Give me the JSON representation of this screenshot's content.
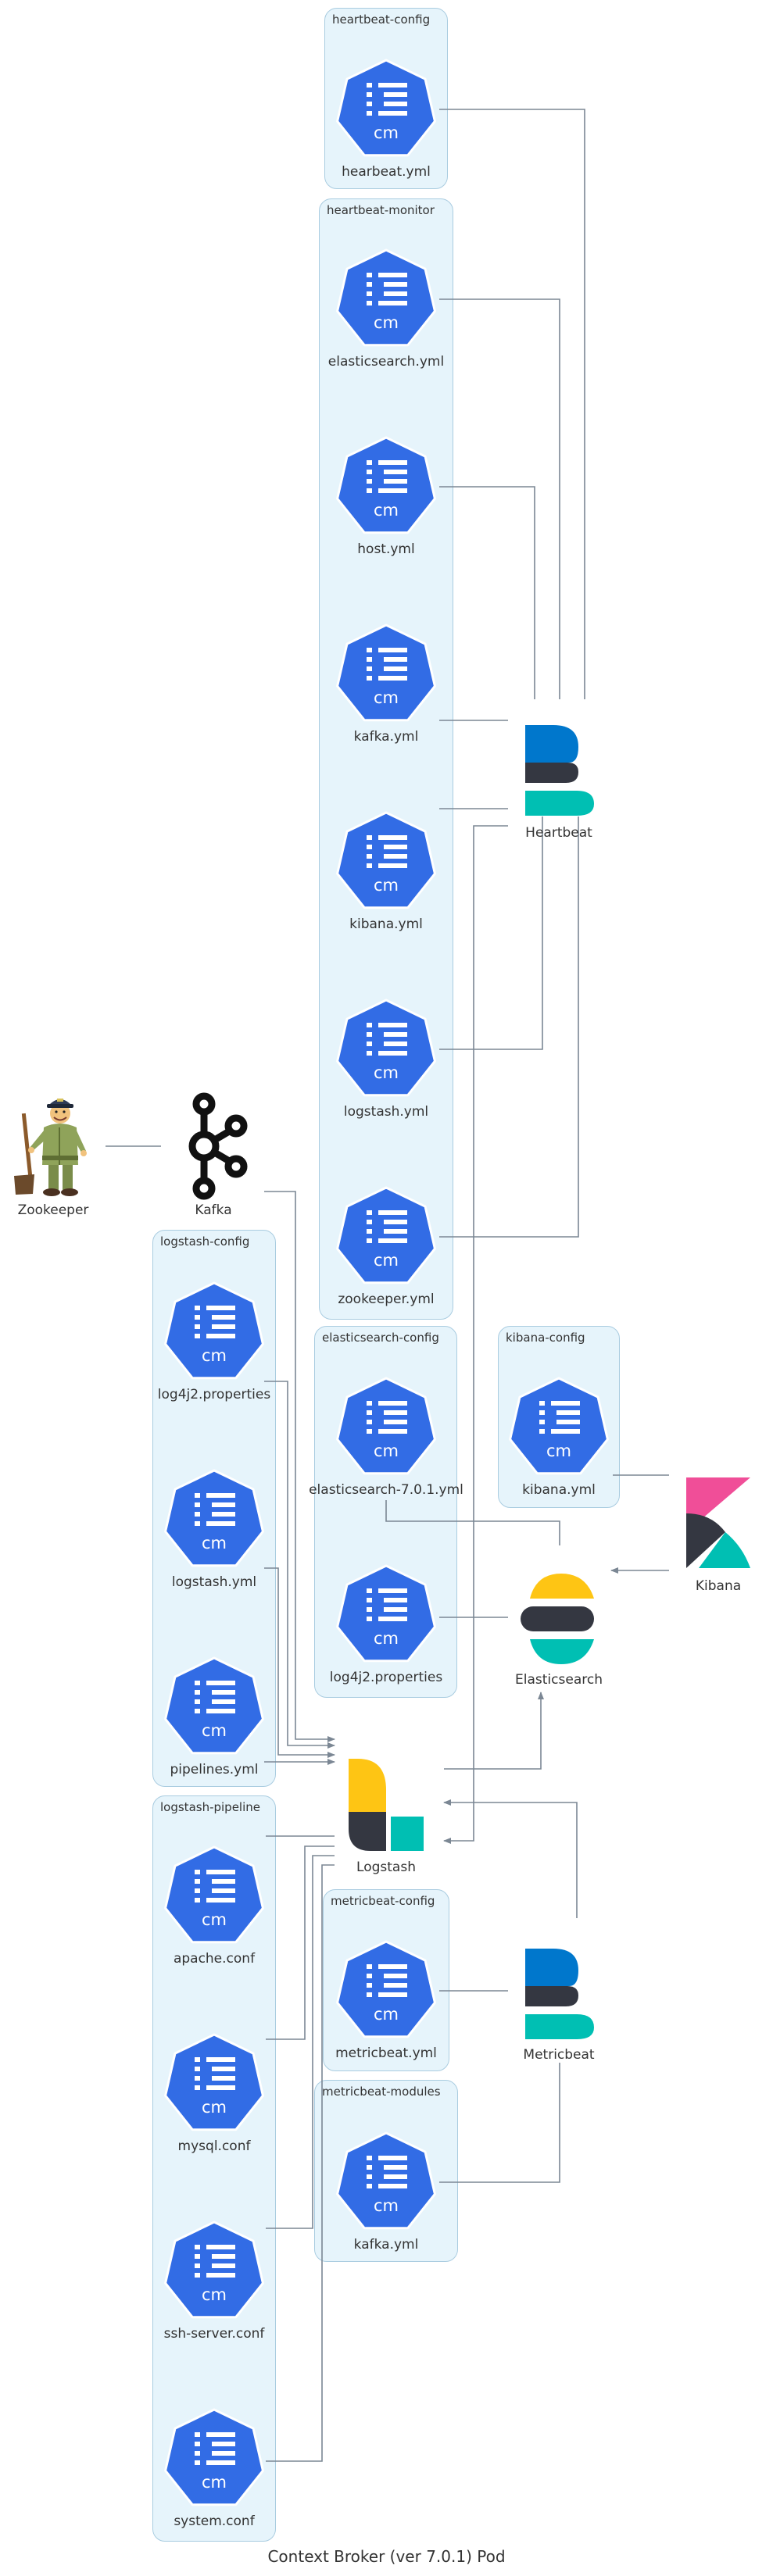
{
  "caption": "Context Broker (ver 7.0.1) Pod",
  "cm_glyph_text": "cm",
  "colors": {
    "cluster_fill": "#e6f4fb",
    "cluster_border": "#a9cce0",
    "cm_badge": "#326ce5",
    "edge": "#7b8794",
    "elastic_blue": "#0077cc",
    "elastic_dark": "#343741",
    "elastic_teal": "#00bfb3",
    "elastic_yellow": "#fec514",
    "kibana_pink": "#f04e98"
  },
  "clusters": {
    "heartbeat_config": "heartbeat-config",
    "heartbeat_monitor": "heartbeat-monitor",
    "logstash_config": "logstash-config",
    "elasticsearch_config": "elasticsearch-config",
    "kibana_config": "kibana-config",
    "logstash_pipeline": "logstash-pipeline",
    "metricbeat_config": "metricbeat-config",
    "metricbeat_modules": "metricbeat-modules"
  },
  "configmaps": {
    "hb_heartbeat": "hearbeat.yml",
    "hb_elasticsearch": "elasticsearch.yml",
    "hb_host": "host.yml",
    "hb_kafka": "kafka.yml",
    "hb_kibana": "kibana.yml",
    "hb_logstash": "logstash.yml",
    "hb_zookeeper": "zookeeper.yml",
    "ls_log4j2": "log4j2.properties",
    "ls_logstash": "logstash.yml",
    "ls_pipelines": "pipelines.yml",
    "es_elasticsearch": "elasticsearch-7.0.1.yml",
    "es_log4j2": "log4j2.properties",
    "kb_kibana": "kibana.yml",
    "lp_apache": "apache.conf",
    "lp_mysql": "mysql.conf",
    "lp_ssh": "ssh-server.conf",
    "lp_system": "system.conf",
    "mb_metricbeat": "metricbeat.yml",
    "mm_kafka": "kafka.yml"
  },
  "services": {
    "zookeeper": "Zookeeper",
    "kafka": "Kafka",
    "heartbeat": "Heartbeat",
    "kibana": "Kibana",
    "elasticsearch": "Elasticsearch",
    "logstash": "Logstash",
    "metricbeat": "Metricbeat"
  }
}
